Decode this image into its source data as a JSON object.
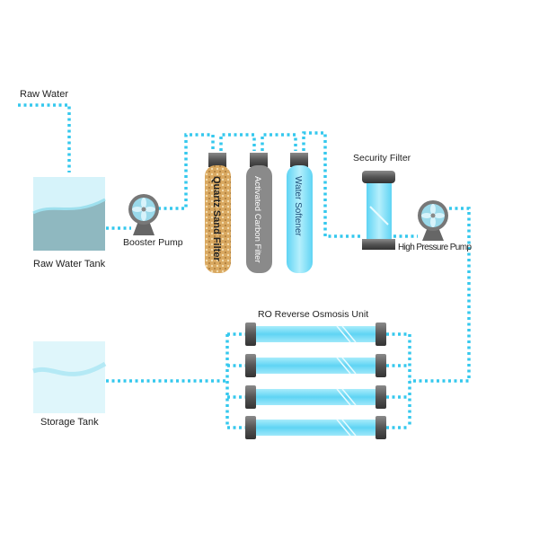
{
  "labels": {
    "raw_water": "Raw Water",
    "raw_water_tank": "Raw Water Tank",
    "booster_pump": "Booster Pump",
    "quartz_filter": "Quartz Sand Filter",
    "carbon_filter": "Activated Carbon Filter",
    "water_softener": "Water Softener",
    "security_filter": "Security Filter",
    "high_pressure_pump": "High Pressure Pump",
    "ro_unit": "RO Reverse Osmosis Unit",
    "storage_tank": "Storage Tank"
  },
  "colors": {
    "pipe": "#35c8ee",
    "water_light": "#d6f3fa",
    "sand": "#d9a860",
    "carbon": "#8a8a8a",
    "softener": "#5fd4f4",
    "cap": "#555555"
  }
}
